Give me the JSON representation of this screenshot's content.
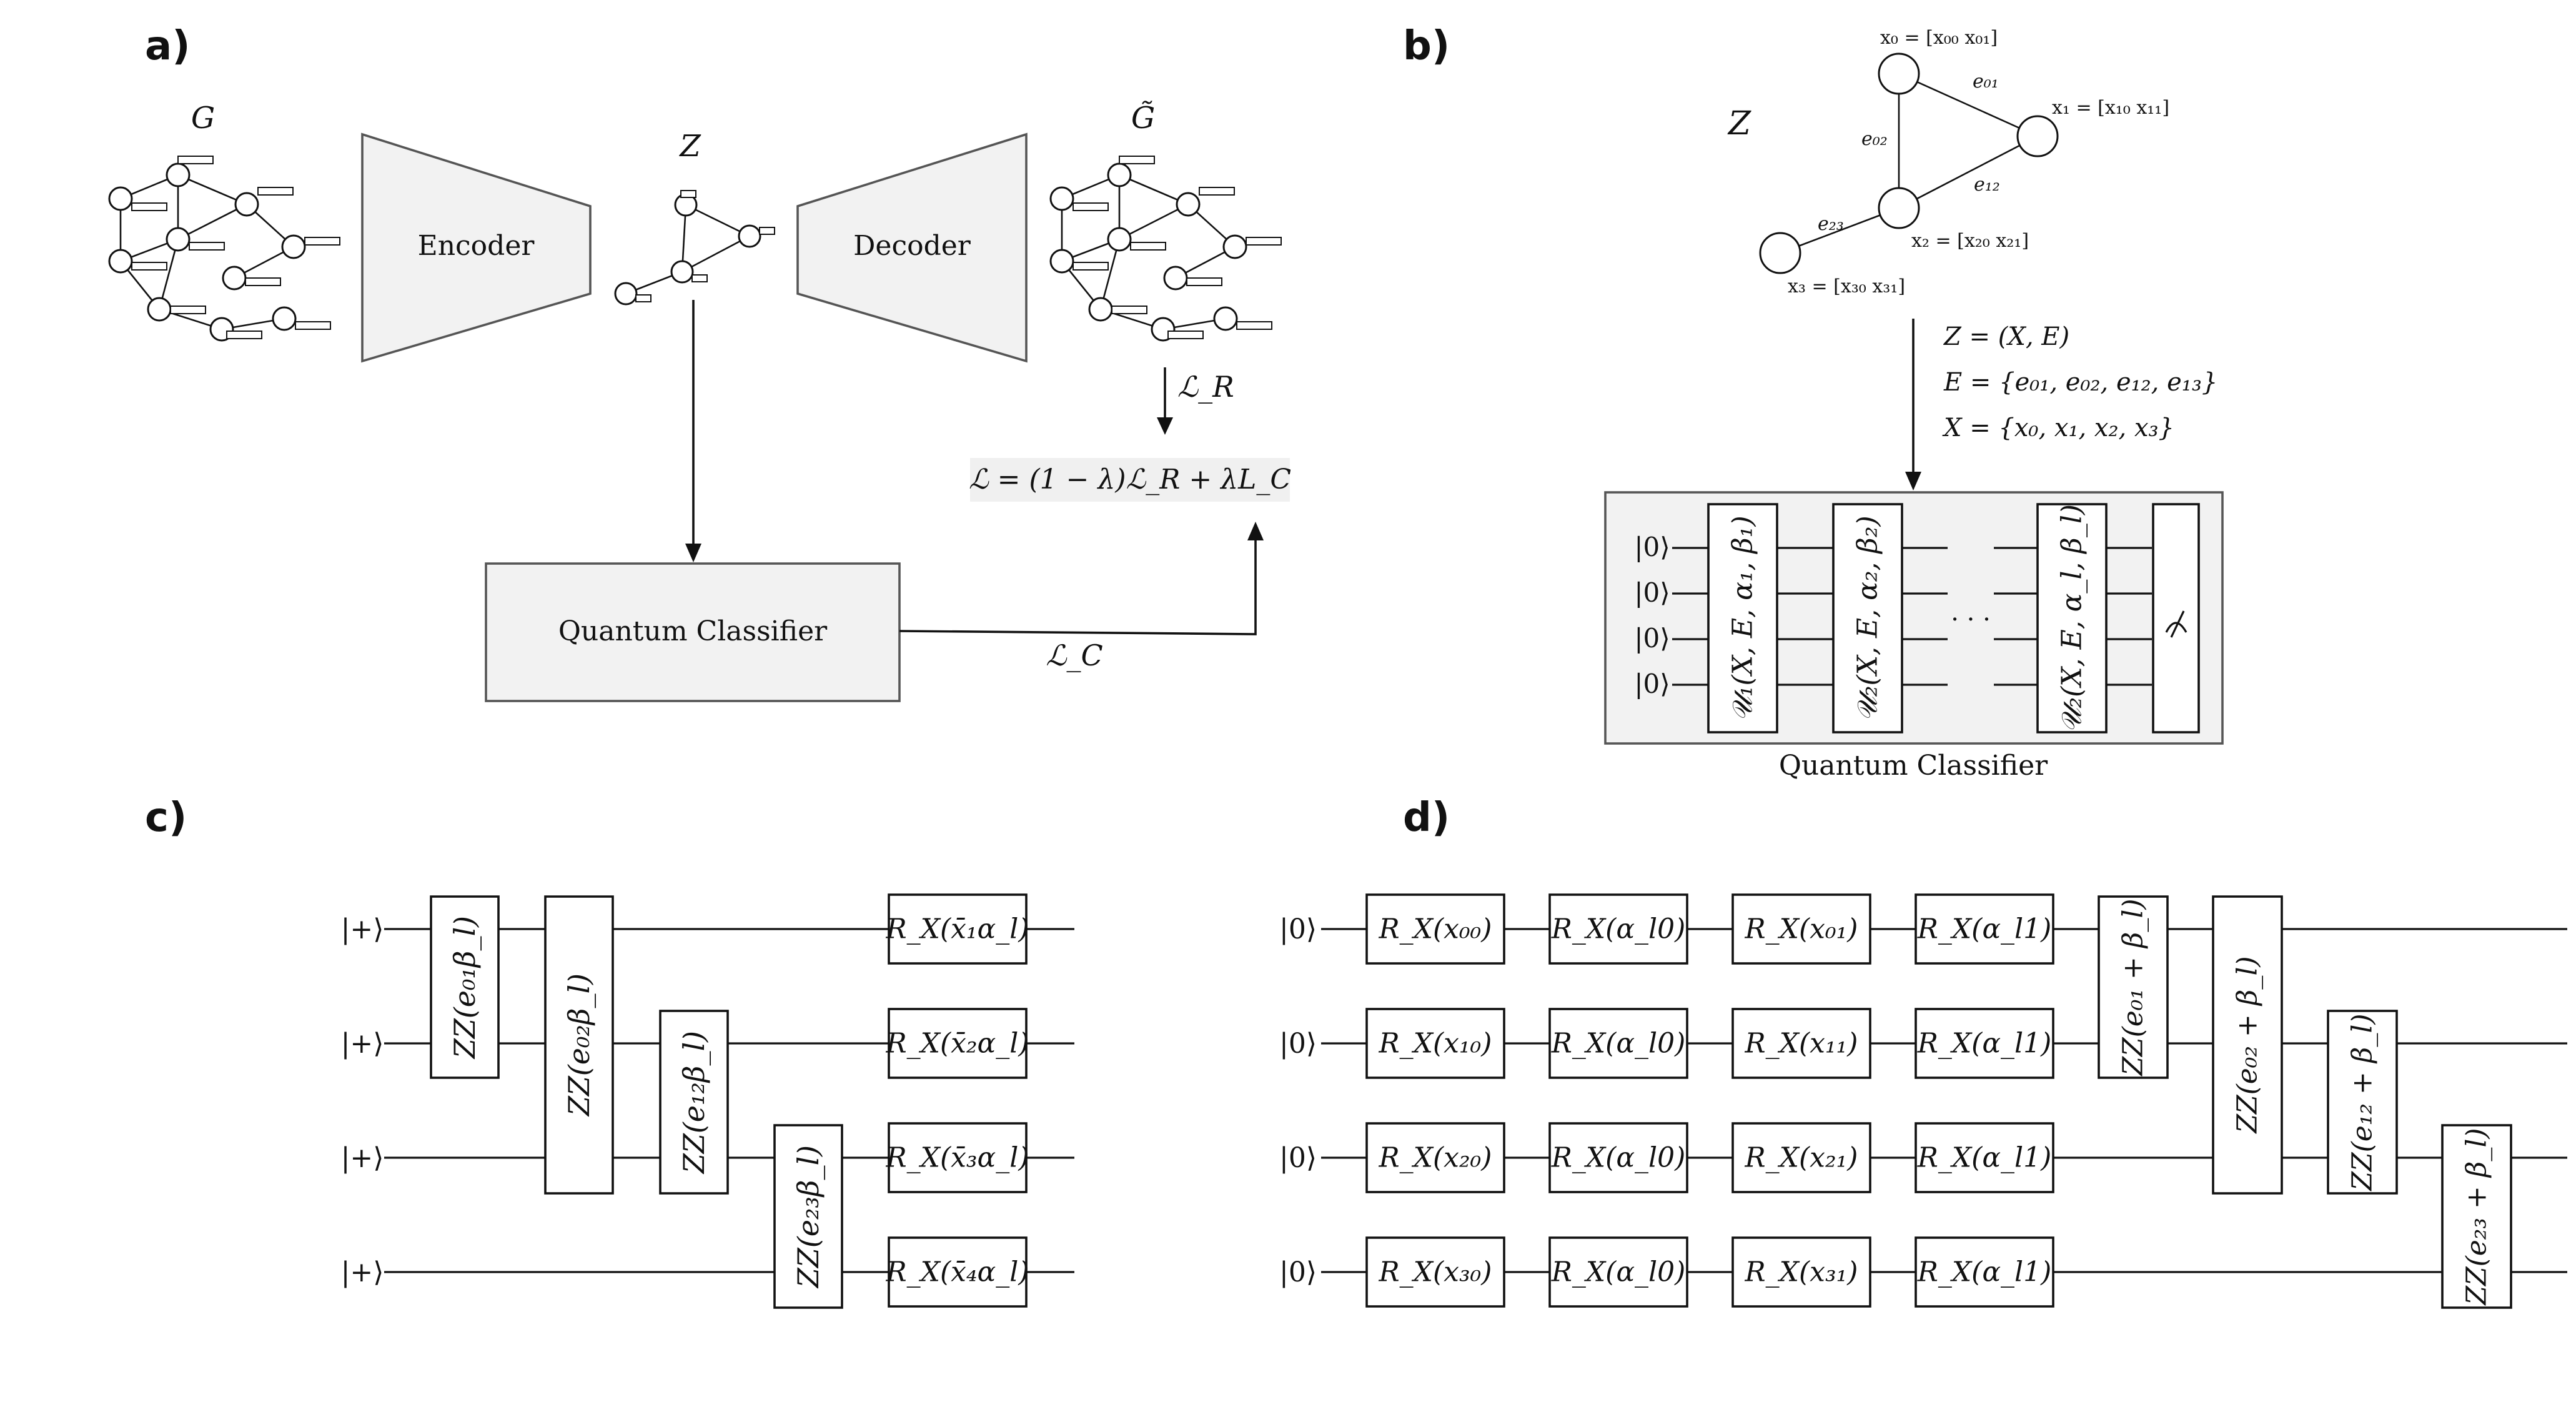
{
  "panels": {
    "a": "a)",
    "b": "b)",
    "c": "c)",
    "d": "d)"
  },
  "panel_a": {
    "graph_label": "G",
    "encoder_label": "Encoder",
    "latent_label": "Z",
    "decoder_label": "Decoder",
    "recon_label": "G̃",
    "recon_loss_label": "ℒ_R",
    "total_loss": "ℒ = (1 − λ)ℒ_R + λL_C",
    "classifier_label": "Quantum Classifier",
    "class_loss_label": "ℒ_C"
  },
  "panel_b": {
    "z_label": "Z",
    "node_labels": {
      "x0": "x₀ = [x₀₀   x₀₁]",
      "x1": "x₁ = [x₁₀   x₁₁]",
      "x2": "x₂ = [x₂₀   x₂₁]",
      "x3": "x₃ = [x₃₀   x₃₁]"
    },
    "edge_labels": {
      "e01": "e₀₁",
      "e02": "e₀₂",
      "e12": "e₁₂",
      "e23": "e₂₃"
    },
    "equations": {
      "z": "Z = (X, E)",
      "e": "E = {e₀₁, e₀₂, e₁₂, e₁₃}",
      "x": "X = {x₀, x₁, x₂, x₃}"
    },
    "kets": [
      "|0⟩",
      "|0⟩",
      "|0⟩",
      "|0⟩"
    ],
    "layers": [
      "𝒰₁(X, E, α₁, β₁)",
      "𝒰₂(X, E, α₂, β₂)",
      "𝒰₂(X, E, α_l, β_l)"
    ],
    "ellipsis": "· · ·",
    "measure_icon": "measurement-meter-icon",
    "caption": "Quantum Classifier"
  },
  "panel_c": {
    "kets": [
      "|+⟩",
      "|+⟩",
      "|+⟩",
      "|+⟩"
    ],
    "zz_gates": [
      "ZZ(e₀₁β_l)",
      "ZZ(e₀₂β_l)",
      "ZZ(e₁₂β_l)",
      "ZZ(e₂₃β_l)"
    ],
    "rx_gates": [
      "R_X(x̄₁α_l)",
      "R_X(x̄₂α_l)",
      "R_X(x̄₃α_l)",
      "R_X(x̄₄α_l)"
    ]
  },
  "panel_d": {
    "kets": [
      "|0⟩",
      "|0⟩",
      "|0⟩",
      "|0⟩"
    ],
    "rows": [
      [
        "R_X(x₀₀)",
        "R_X(α_l0)",
        "R_X(x₀₁)",
        "R_X(α_l1)"
      ],
      [
        "R_X(x₁₀)",
        "R_X(α_l0)",
        "R_X(x₁₁)",
        "R_X(α_l1)"
      ],
      [
        "R_X(x₂₀)",
        "R_X(α_l0)",
        "R_X(x₂₁)",
        "R_X(α_l1)"
      ],
      [
        "R_X(x₃₀)",
        "R_X(α_l0)",
        "R_X(x₃₁)",
        "R_X(α_l1)"
      ]
    ],
    "zz_gates": [
      "ZZ(e₀₁ + β_l)",
      "ZZ(e₀₂ + β_l)",
      "ZZ(e₁₂ + β_l)",
      "ZZ(e₂₃ + β_l)"
    ]
  }
}
